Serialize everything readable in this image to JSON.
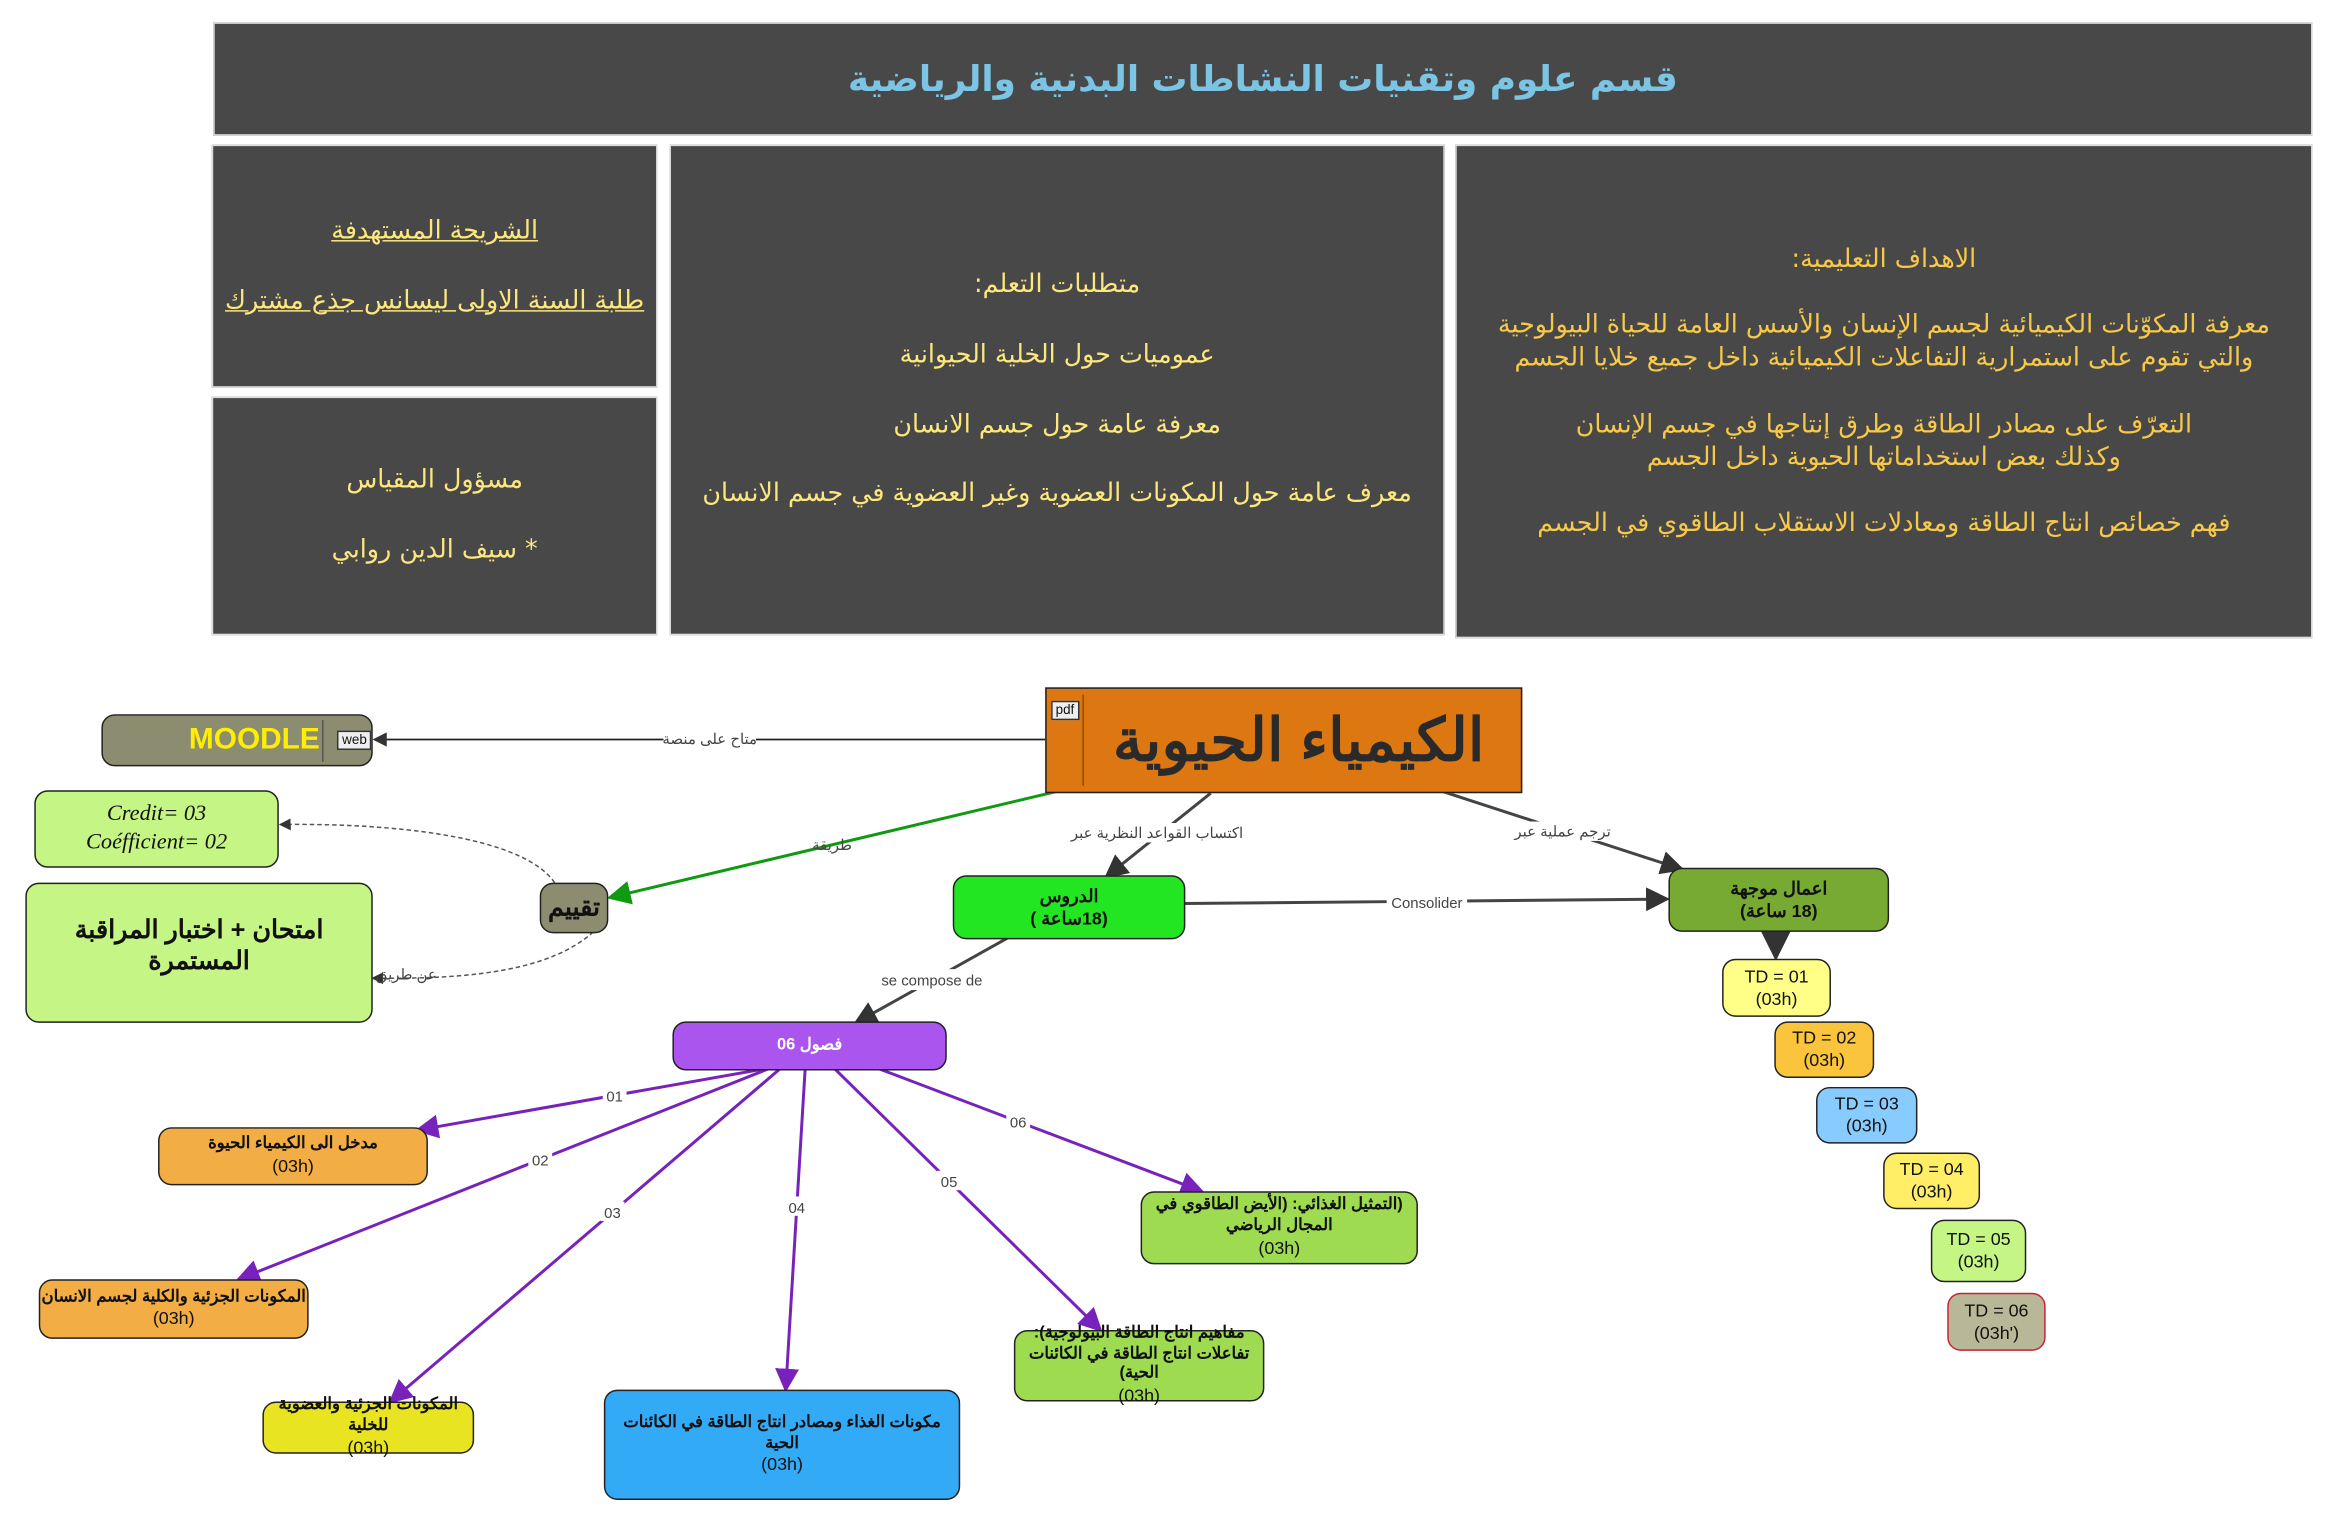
{
  "header": {
    "title": "قسم علوم وتقنيات النشاطات البدنية والرياضية"
  },
  "target": {
    "title": "الشريحة المستهدفة",
    "value": "طلبة السنة الاولى ليسانس جذع مشترك"
  },
  "responsible": {
    "title": "مسؤول المقياس",
    "value": "* سيف الدين روابي"
  },
  "prerequisites": {
    "title": "متطلبات التعلم:",
    "items": [
      "عموميات حول الخلية الحيوانية",
      "معرفة عامة حول جسم الانسان",
      "معرف عامة حول المكونات العضوية وغير العضوية في جسم الانسان"
    ]
  },
  "objectives": {
    "title": "الاهداف التعليمية:",
    "items": [
      [
        "معرفة المكوّنات الكيميائية لجسم الإنسان والأسس العامة للحياة البيولوجية",
        "والتي تقوم على استمرارية التفاعلات الكيميائية داخل جميع خلايا الجسم"
      ],
      [
        "التعرّف على مصادر الطاقة وطرق إنتاجها في جسم الإنسان",
        "وكذلك بعض استخداماتها الحيوية داخل الجسم"
      ],
      [
        "فهم خصائص انتاج الطاقة ومعادلات الاستقلاب الطاقوي في الجسم"
      ]
    ]
  },
  "main": {
    "title": "الكيمياء الحيوية",
    "badge": "pdf"
  },
  "moodle": {
    "label": "MOODLE",
    "badge": "web"
  },
  "credit": {
    "line1": "Credit= 03",
    "line2": "Coéfficient= 02"
  },
  "evaluation": {
    "label": "تقييم",
    "method": "امتحان + اختبار المراقبة المستمرة"
  },
  "lessons": {
    "line1": "الدروس",
    "line2": "(18ساعة  )"
  },
  "tutorials": {
    "line1": "اعمال موجهة",
    "line2": "(18 ساعة)"
  },
  "chapters_node": {
    "label": "فصول 06"
  },
  "edge_labels": {
    "moodle": "متاح على منصة",
    "evaluation": "طريقة",
    "lessons": "اكتساب القواعد النظرية عبر",
    "tutorials": "ترجم عملية عبر",
    "consolider": "Consolider",
    "compose": "se compose de",
    "by": "عن طريق"
  },
  "chapters": [
    {
      "num": "01",
      "title": "مدخل الى الكيمياء الحيوة",
      "hours": "(03h)",
      "color": "#f2ad44"
    },
    {
      "num": "02",
      "title": "المكونات الجزئية والكلية لجسم الانسان",
      "hours": "(03h)",
      "color": "#f2ad44"
    },
    {
      "num": "03",
      "title": "المكونات الجزئية والعضوية للخلية",
      "hours": "(03h)",
      "color": "#e8e422"
    },
    {
      "num": "04",
      "title": "مكونات الغذاء ومصادر انتاج الطاقة في الكائنات الحية",
      "hours": "(03h)",
      "color": "#33aaf5"
    },
    {
      "num": "05",
      "title": "مفاهيم انتاج الطاقة البيولوجية): تفاعلات انتاج الطاقة في الكائنات الحية)",
      "hours": "(03h)",
      "color": "#9edb50"
    },
    {
      "num": "06",
      "title": "(التمثيل الغذائي: (الأيض الطاقوي في المجال الرياضي",
      "hours": "(03h)",
      "color": "#9edb50"
    }
  ],
  "td": [
    {
      "label": "TD = 01",
      "hours": "(03h)",
      "color": "#ffff88"
    },
    {
      "label": "TD = 02",
      "hours": "(03h)",
      "color": "#fbc43d"
    },
    {
      "label": "TD = 03",
      "hours": "(03h)",
      "color": "#88ccff"
    },
    {
      "label": "TD = 04",
      "hours": "(03h)",
      "color": "#ffee66"
    },
    {
      "label": "TD = 05",
      "hours": "(03h)",
      "color": "#c5f584"
    },
    {
      "label": "TD = 06",
      "hours": "(03h')",
      "color": "#b8b898"
    }
  ]
}
